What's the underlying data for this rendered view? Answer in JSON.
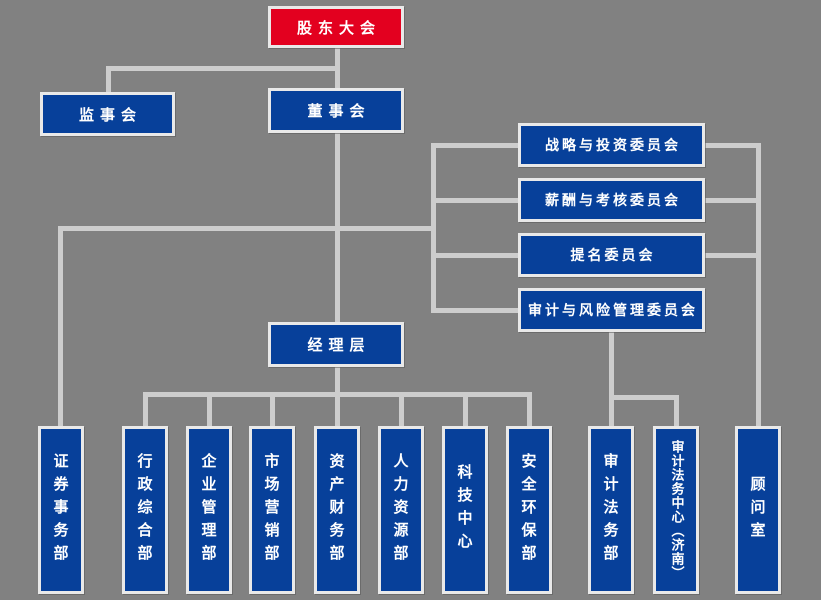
{
  "diagram": {
    "type": "org-chart",
    "background_color": "#818181",
    "line_color": "#cdcdcd",
    "node_fill_color": "#07409a",
    "accent_node_fill_color": "#e3001f",
    "node_border_color": "#e9e9e9",
    "node_text_color": "#ffffff",
    "nodes": {
      "shareholders_meeting": {
        "label": "股东大会"
      },
      "supervisory_board": {
        "label": "监事会"
      },
      "board_of_directors": {
        "label": "董事会"
      },
      "strategy_investment_committee": {
        "label": "战略与投资委员会"
      },
      "remuneration_assessment_committee": {
        "label": "薪酬与考核委员会"
      },
      "nomination_committee": {
        "label": "提名委员会"
      },
      "audit_risk_management_committee": {
        "label": "审计与风险管理委员会"
      },
      "management_level": {
        "label": "经理层"
      },
      "securities_affairs_dept": {
        "label": "证券事务部"
      },
      "administration_general_dept": {
        "label": "行政综合部"
      },
      "enterprise_management_dept": {
        "label": "企业管理部"
      },
      "marketing_dept": {
        "label": "市场营销部"
      },
      "asset_finance_dept": {
        "label": "资产财务部"
      },
      "human_resources_dept": {
        "label": "人力资源部"
      },
      "technology_center": {
        "label": "科技中心"
      },
      "safety_environment_dept": {
        "label": "安全环保部"
      },
      "audit_legal_dept": {
        "label": "审计法务部"
      },
      "audit_legal_center_jinan": {
        "label": "审计法务中心（济南）"
      },
      "advisory_office": {
        "label": "顾问室"
      }
    },
    "edges": [
      [
        "shareholders_meeting",
        "supervisory_board"
      ],
      [
        "shareholders_meeting",
        "board_of_directors"
      ],
      [
        "board_of_directors",
        "strategy_investment_committee"
      ],
      [
        "board_of_directors",
        "remuneration_assessment_committee"
      ],
      [
        "board_of_directors",
        "nomination_committee"
      ],
      [
        "board_of_directors",
        "audit_risk_management_committee"
      ],
      [
        "board_of_directors",
        "securities_affairs_dept"
      ],
      [
        "board_of_directors",
        "management_level"
      ],
      [
        "management_level",
        "administration_general_dept"
      ],
      [
        "management_level",
        "enterprise_management_dept"
      ],
      [
        "management_level",
        "marketing_dept"
      ],
      [
        "management_level",
        "asset_finance_dept"
      ],
      [
        "management_level",
        "human_resources_dept"
      ],
      [
        "management_level",
        "technology_center"
      ],
      [
        "management_level",
        "safety_environment_dept"
      ],
      [
        "audit_risk_management_committee",
        "audit_legal_dept"
      ],
      [
        "audit_risk_management_committee",
        "audit_legal_center_jinan"
      ],
      [
        "strategy_investment_committee",
        "advisory_office"
      ],
      [
        "remuneration_assessment_committee",
        "advisory_office"
      ],
      [
        "nomination_committee",
        "advisory_office"
      ]
    ]
  }
}
